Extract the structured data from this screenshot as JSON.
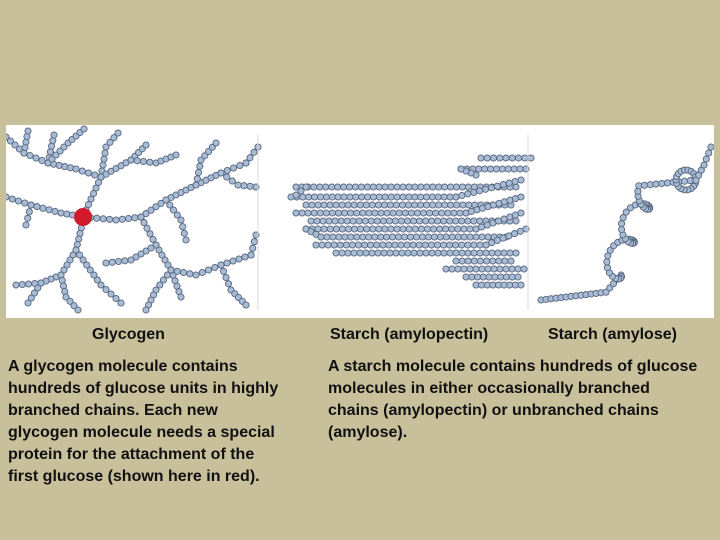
{
  "panels": {
    "glycogen_label": "Glycogen",
    "amylopectin_label": "Starch (amylopectin)",
    "amylose_label": "Starch (amylose)"
  },
  "descriptions": {
    "glycogen": "A glycogen molecule contains hundreds of glucose units in highly branched chains. Each new glycogen molecule needs a special protein for the attachment of the first glucose (shown here in red).",
    "starch": "A starch molecule contains hundreds of glucose molecules in either occasionally branched chains (amylopectin) or unbranched chains (amylose)."
  },
  "colors": {
    "background": "#c8bf9b",
    "glucose_bead": "#a9bcd6",
    "glucose_outline": "#56657c",
    "initiator_protein": "#d21a2a"
  }
}
